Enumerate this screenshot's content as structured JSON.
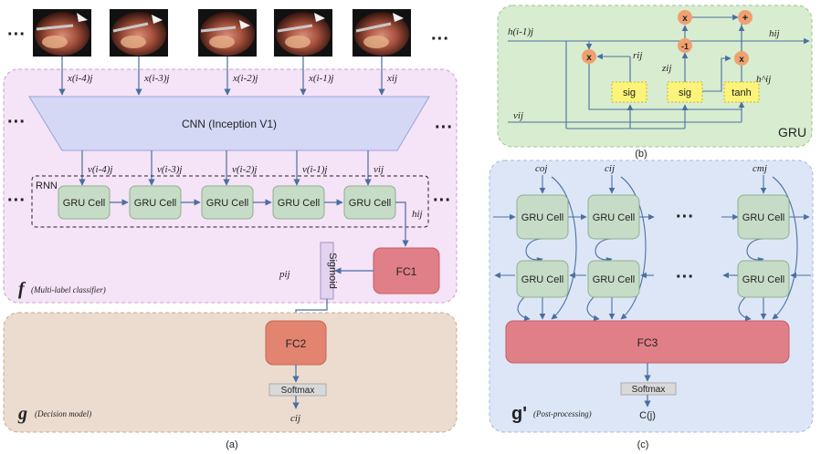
{
  "panel_a": {
    "inputs": [
      "x(i-4)j",
      "x(i-3)j",
      "x(i-2)j",
      "x(i-1)j",
      "xij"
    ],
    "cnn_label": "CNN (Inception V1)",
    "features": [
      "v(i-4)j",
      "v(i-3)j",
      "v(i-2)j",
      "v(i-1)j",
      "vij"
    ],
    "rnn_label": "RNN",
    "gru_cell_label": "GRU Cell",
    "hidden_label": "hij",
    "fc1_label": "FC1",
    "sigmoid_label": "Sigmoid",
    "p_label": "pij",
    "f_symbol": "f",
    "f_caption": "(Multi-label classifier)",
    "fc2_label": "FC2",
    "softmax_label": "Softmax",
    "c_label": "cij",
    "g_symbol": "g",
    "g_caption": "(Decision model)",
    "caption": "(a)",
    "ellipsis": "···"
  },
  "panel_b": {
    "h_in": "h(i-1)j",
    "h_out": "hij",
    "v_in": "vij",
    "r_label": "rij",
    "z_label": "zij",
    "htilde_label": "h^ij",
    "mult": "x",
    "plus": "+",
    "minus_one": "-1",
    "sig_label": "sig",
    "tanh_label": "tanh",
    "title": "GRU",
    "caption": "(b)"
  },
  "panel_c": {
    "inputs": [
      "coj",
      "cij",
      "cmj"
    ],
    "gru_cell_label": "GRU Cell",
    "fc3_label": "FC3",
    "softmax_label": "Softmax",
    "output_label": "C(j)",
    "g_symbol": "g'",
    "g_caption": "(Post-processing)",
    "caption": "(c)",
    "ellipsis": "···"
  }
}
